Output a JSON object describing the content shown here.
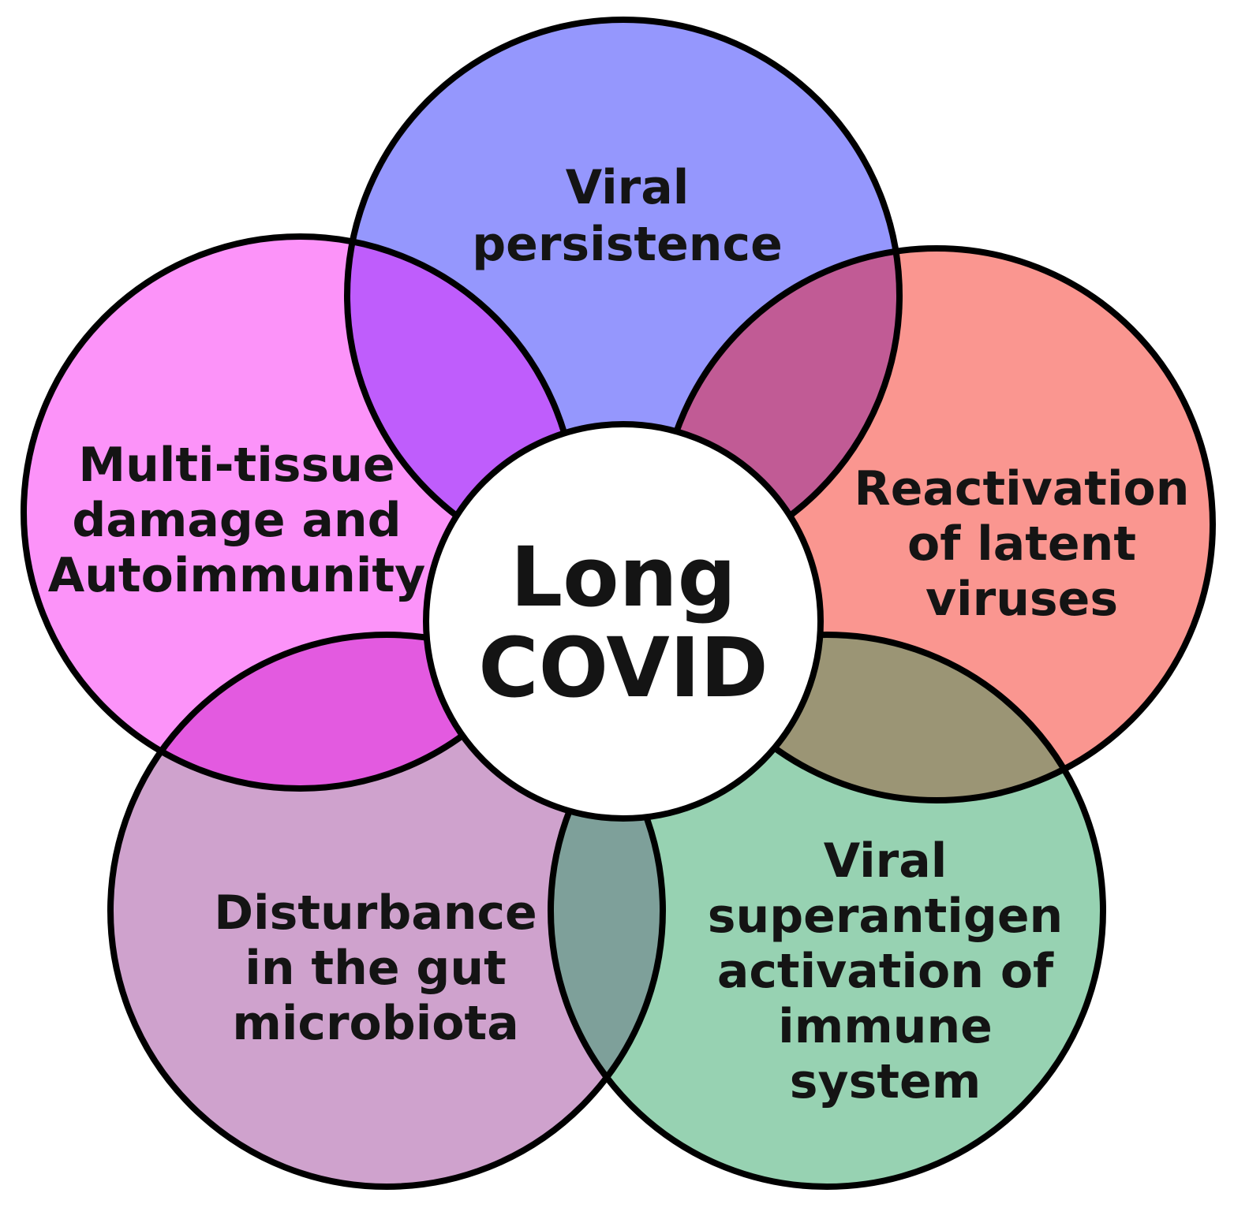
{
  "center": {
    "lines": [
      "Long",
      "COVID"
    ],
    "fill": "#ffffff"
  },
  "petals": [
    {
      "id": "viral-persistence",
      "lines": [
        "Viral",
        "persistence"
      ],
      "color": "#9597fd"
    },
    {
      "id": "reactivation-latent",
      "lines": [
        "Reactivation",
        "of latent",
        "viruses"
      ],
      "color": "#fa9690"
    },
    {
      "id": "superantigen",
      "lines": [
        "Viral",
        "superantigen",
        "activation of",
        "immune",
        "system"
      ],
      "color": "#97d2b2"
    },
    {
      "id": "gut-microbiota",
      "lines": [
        "Disturbance",
        "in the gut",
        "microbiota"
      ],
      "color": "#cfa2cd"
    },
    {
      "id": "multi-tissue",
      "lines": [
        "Multi-tissue",
        "damage and",
        "Autoimmunity"
      ],
      "color": "#fc93f9"
    }
  ],
  "overlaps": [
    {
      "between": [
        "viral-persistence",
        "reactivation-latent"
      ],
      "color": "#c15b95"
    },
    {
      "between": [
        "reactivation-latent",
        "superantigen"
      ],
      "color": "#9b9575"
    },
    {
      "between": [
        "superantigen",
        "gut-microbiota"
      ],
      "color": "#7ea09a"
    },
    {
      "between": [
        "gut-microbiota",
        "multi-tissue"
      ],
      "color": "#e35ae0"
    },
    {
      "between": [
        "multi-tissue",
        "viral-persistence"
      ],
      "color": "#bf5dfc"
    }
  ]
}
